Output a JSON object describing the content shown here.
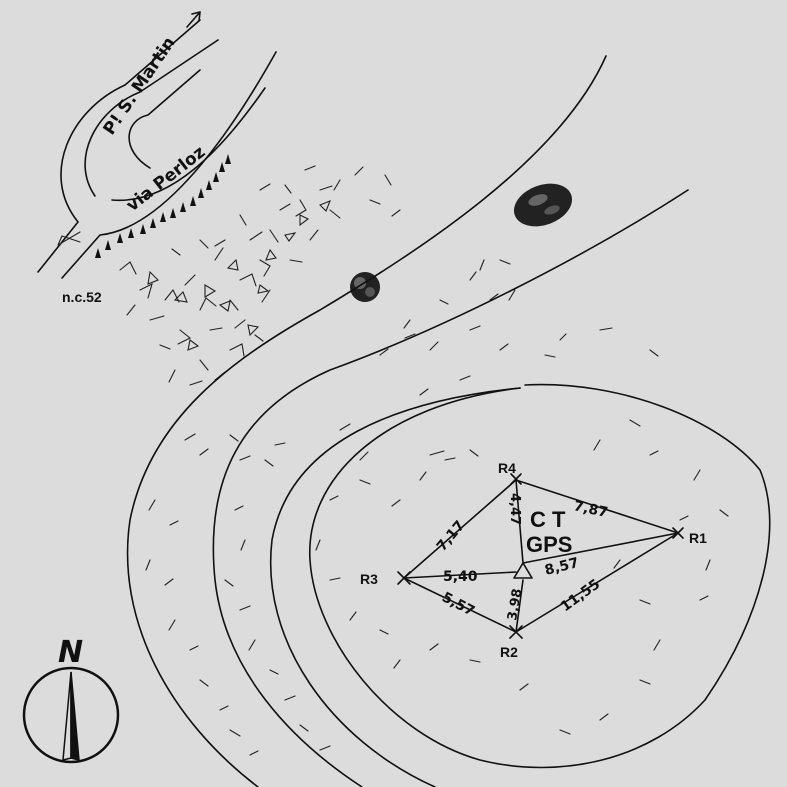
{
  "street_names": {
    "piazza": "P! S. Martin",
    "via": "via Perloz"
  },
  "house_number": "n.c.52",
  "north_label": "N",
  "station": {
    "line1": "C T",
    "line2": "GPS"
  },
  "points": {
    "r1": "R1",
    "r2": "R2",
    "r3": "R3",
    "r4": "R4"
  },
  "distances": {
    "r4_r1": "7,87",
    "r4_r3": "7,17",
    "r4_ct": "4,47",
    "ct_r1": "8,57",
    "r3_ct": "5,40",
    "r3_r2": "5,57",
    "r2_ct": "3,98",
    "r2_r1": "11,55"
  }
}
